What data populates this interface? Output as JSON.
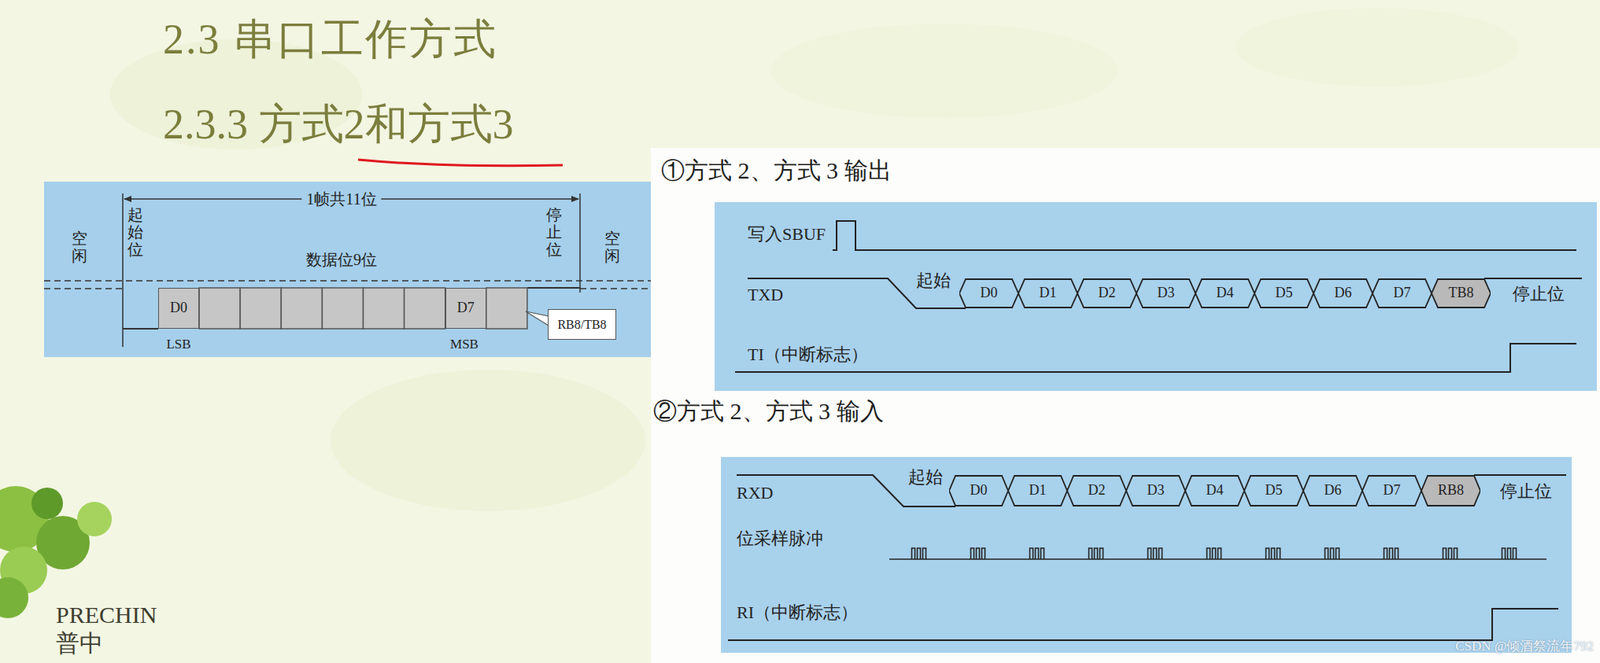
{
  "diagram": {
    "title": "2.3 串口工作方式",
    "nodes": [
      {
        "text": [
          "1帧共11位"
        ]
      },
      {
        "text": [
          "D0"
        ],
        "in": 0
      },
      {
        "text": [
          "D7"
        ],
        "in": 0
      },
      {
        "text": [
          "RB8/TB8"
        ],
        "in": 0
      },
      {
        "text": [
          "①方式 2、方式 3 输出"
        ]
      },
      {
        "text": [
          "D0"
        ],
        "in": 4
      },
      {
        "text": [
          "D1"
        ],
        "in": 4
      },
      {
        "text": [
          "D2"
        ],
        "in": 4
      },
      {
        "text": [
          "D3"
        ],
        "in": 4
      },
      {
        "text": [
          "D4"
        ],
        "in": 4
      },
      {
        "text": [
          "D5"
        ],
        "in": 4
      },
      {
        "text": [
          "D6"
        ],
        "in": 4
      },
      {
        "text": [
          "D7"
        ],
        "in": 4
      },
      {
        "text": [
          "TB8"
        ],
        "in": 4
      },
      {
        "text": [
          "②方式 2、方式 3 输入"
        ]
      },
      {
        "text": [
          "D0"
        ],
        "in": 14
      },
      {
        "text": [
          "D1"
        ],
        "in": 14
      },
      {
        "text": [
          "D2"
        ],
        "in": 14
      },
      {
        "text": [
          "D3"
        ],
        "in": 14
      },
      {
        "text": [
          "D4"
        ],
        "in": 14
      },
      {
        "text": [
          "D5"
        ],
        "in": 14
      },
      {
        "text": [
          "D6"
        ],
        "in": 14
      },
      {
        "text": [
          "D7"
        ],
        "in": 14
      },
      {
        "text": [
          "RB8"
        ],
        "in": 14
      }
    ],
    "labels": [
      "2.3.3 方式2和方式3",
      "空闲",
      "起始位",
      "数据位9位",
      "停止位",
      "空闲",
      "LSB",
      "MSB",
      "写入SBUF",
      "TXD",
      "起始",
      "停止位",
      "TI（中断标志）",
      "RXD",
      "起始",
      "停止位",
      "位采样脉冲",
      "RI（中断标志）",
      "PRECHIN",
      "普中",
      "CSDN @倾酒祭流年792"
    ]
  }
}
